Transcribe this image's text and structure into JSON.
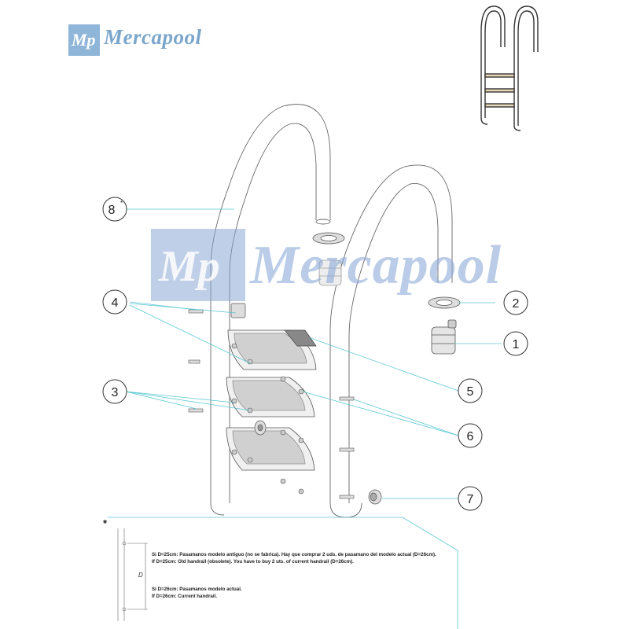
{
  "brand": {
    "name": "Mercapool",
    "logo_initials": "Mp",
    "accent_color": "#7ba6cc",
    "watermark_color": "#8aa8d6"
  },
  "callouts": [
    {
      "number": "1"
    },
    {
      "number": "2"
    },
    {
      "number": "3"
    },
    {
      "number": "4"
    },
    {
      "number": "5"
    },
    {
      "number": "6"
    },
    {
      "number": "7"
    },
    {
      "number": "8"
    }
  ],
  "callout_8_marker": "*",
  "note": {
    "marker": "*",
    "dimension_label": "D",
    "line_1": "Si D=25cm: Pasamanos modelo antiguo (no se fabrica). Hay que comprar 2 uds. de pasamano del modelo actual (D=26cm).",
    "line_2": "If D=25cm: Old handrail (obsolete). You have to buy 2 uts. of current handrail (D=26cm).",
    "line_3": "Si D=26cm: Pasamanos modelo actual.",
    "line_4": "If D=26cm: Current handrail."
  },
  "leader_color": "#5bc8d3"
}
